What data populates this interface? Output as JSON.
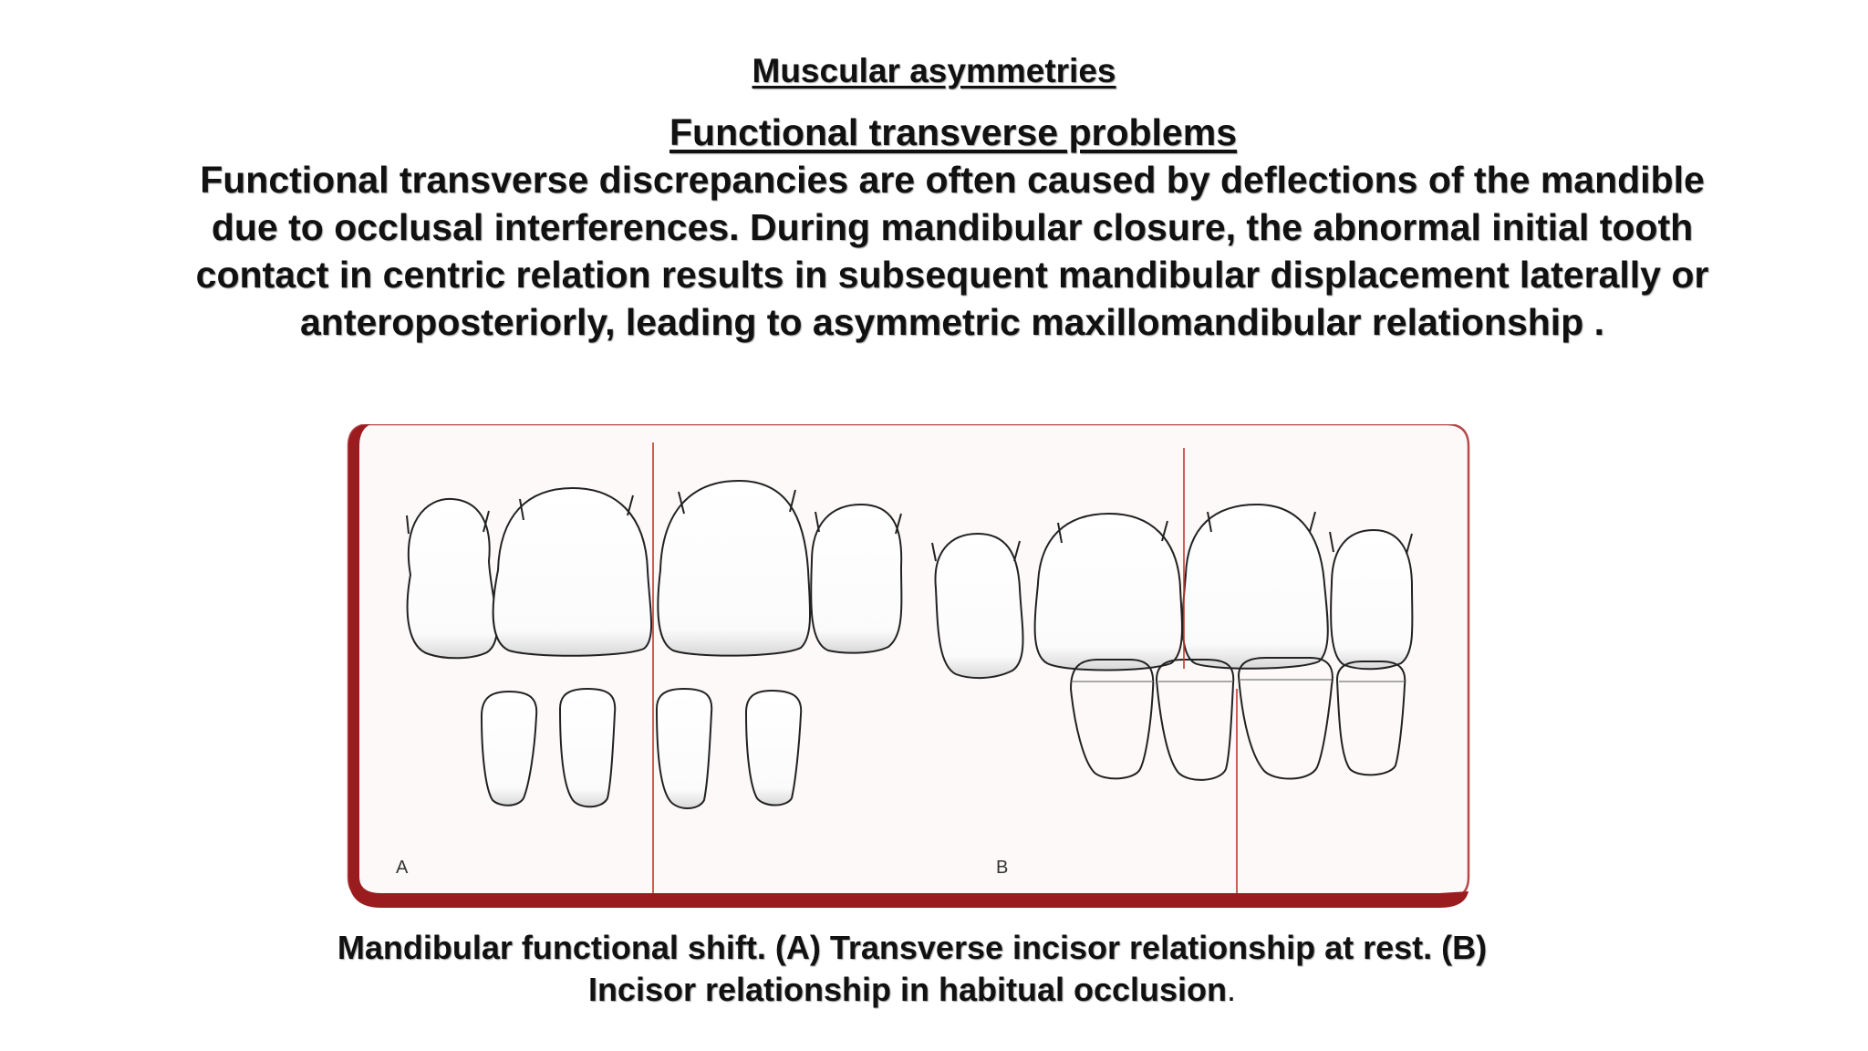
{
  "slide": {
    "title": "Muscular asymmetries ",
    "subtitle": "Functional transverse problems",
    "body": "Functional transverse discrepancies are often caused by deflections of the mandible due to occlusal interferences. During mandibular closure, the abnormal initial tooth contact in centric relation results in subsequent mandibular displacement laterally or anteroposteriorly, leading to asymmetric maxillomandibular relationship ."
  },
  "figure": {
    "panel_a_label": "A",
    "panel_b_label": "B",
    "frame_color": "#9b1c1f",
    "midline_color": "#c0392b"
  },
  "caption": {
    "text": "Mandibular functional shift. (A) Transverse incisor relationship at rest. (B) Incisor relationship in habitual occlusion",
    "trailing": "."
  }
}
